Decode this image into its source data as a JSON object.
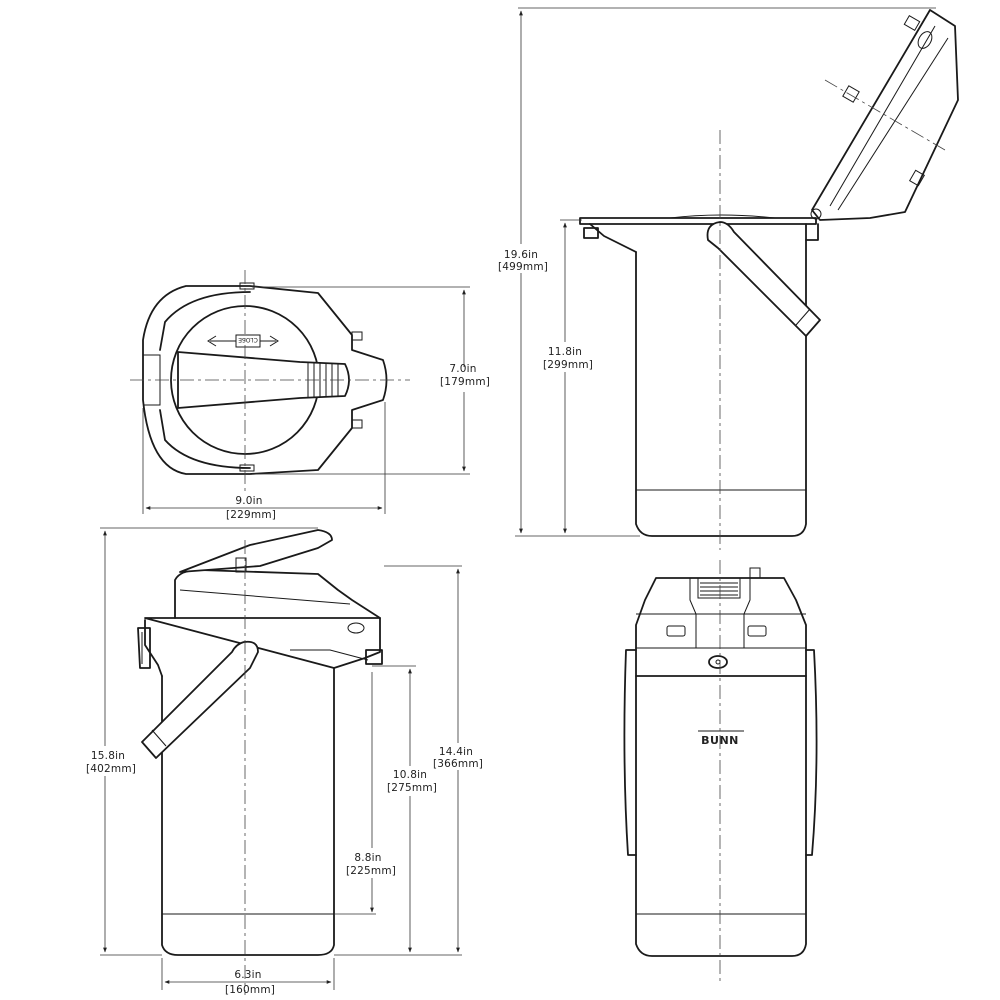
{
  "dimensions": {
    "top_view_depth": {
      "imperial": "7.0in",
      "metric": "[179mm]"
    },
    "top_view_width": {
      "imperial": "9.0in",
      "metric": "[229mm]"
    },
    "open_lid_height": {
      "imperial": "19.6in",
      "metric": "[499mm]"
    },
    "body_height": {
      "imperial": "11.8in",
      "metric": "[299mm]"
    },
    "overall_height": {
      "imperial": "15.8in",
      "metric": "[402mm]"
    },
    "spout_height": {
      "imperial": "14.4in",
      "metric": "[366mm]"
    },
    "spout_clearance": {
      "imperial": "10.8in",
      "metric": "[275mm]"
    },
    "dispense_height": {
      "imperial": "8.8in",
      "metric": "[225mm]"
    },
    "base_diameter": {
      "imperial": "6.3in",
      "metric": "[160mm]"
    }
  },
  "labels": {
    "close_marking": "CLOSE",
    "brand": "BUNN"
  },
  "colors": {
    "line": "#1a1a1a",
    "background": "#ffffff"
  }
}
